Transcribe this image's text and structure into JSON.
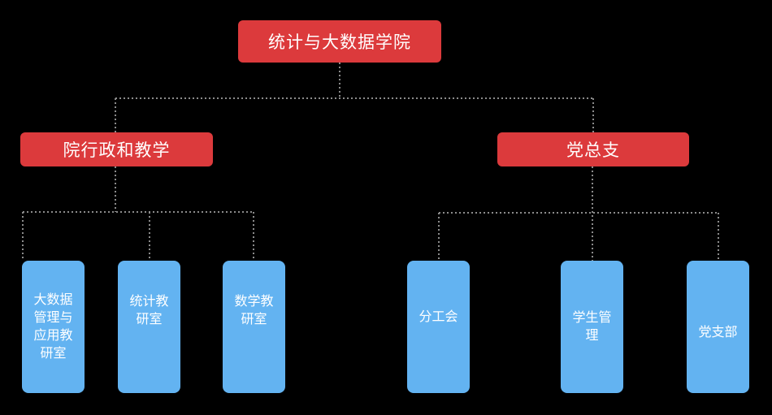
{
  "colors": {
    "red": "#dc3a3c",
    "blue": "#63b3f1",
    "line": "#8b8b8b",
    "text": "#ffffff",
    "bg": "#000000"
  },
  "org_chart": {
    "root": {
      "label": "统计与大数据学院"
    },
    "branches": [
      {
        "label": "院行政和教学",
        "children": [
          {
            "label": "大数据管理与应用教研室"
          },
          {
            "label": "统计教研室"
          },
          {
            "label": "数学教研室"
          }
        ]
      },
      {
        "label": "党总支",
        "children": [
          {
            "label": "分工会"
          },
          {
            "label": "学生管理"
          },
          {
            "label": "党支部"
          }
        ]
      }
    ]
  }
}
